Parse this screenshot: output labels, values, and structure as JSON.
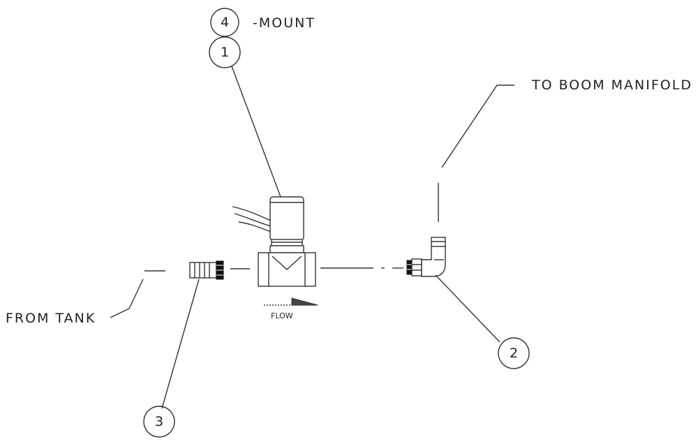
{
  "labels": {
    "mount": "-MOUNT",
    "to_boom_manifold": "TO BOOM MANIFOLD",
    "from_tank": "FROM TANK",
    "flow": "FLOW"
  },
  "callouts": {
    "mount_number": "4",
    "valve_number": "1",
    "elbow_number": "2",
    "barb_number": "3"
  }
}
